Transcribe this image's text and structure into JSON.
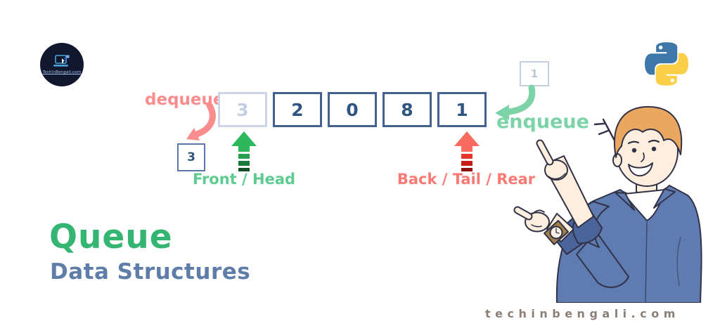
{
  "title": {
    "main": "Queue",
    "subtitle": "Data Structures"
  },
  "branding": {
    "logo_circle_text": "TechinBengali.com",
    "watermark_text": "techinbengali.com"
  },
  "diagram": {
    "queue_cells": [
      {
        "value": "3",
        "faded": true
      },
      {
        "value": "2",
        "faded": false
      },
      {
        "value": "0",
        "faded": false
      },
      {
        "value": "8",
        "faded": false
      },
      {
        "value": "1",
        "faded": false
      }
    ],
    "dequeue_label": "dequeue",
    "enqueue_label": "enqueue",
    "front_label": "Front / Head",
    "back_label": "Back / Tail / Rear",
    "dequeued_value": "3",
    "incoming_value": "1"
  },
  "colors": {
    "queue_border": "#44608f",
    "queue_number": "#2f5680",
    "faded_cell": "#c7d1e4",
    "dequeue_salmon": "#f98c8c",
    "back_salmon": "#f97a74",
    "enqueue_mint": "#7dd3a8",
    "front_green": "#5ecb90",
    "arrow_green": "#2db85e",
    "arrow_red": "#f96b60",
    "title_green": "#35b572",
    "title_blue": "#5e7ea9",
    "watermark_gray": "#8b7f76",
    "logo_navy": "#10172e",
    "python_blue": "#3e78aa",
    "python_yellow": "#fbd048",
    "shirt_blue": "#5f7cb2",
    "skin": "#fdeedd",
    "hair_orange": "#eaa760"
  }
}
